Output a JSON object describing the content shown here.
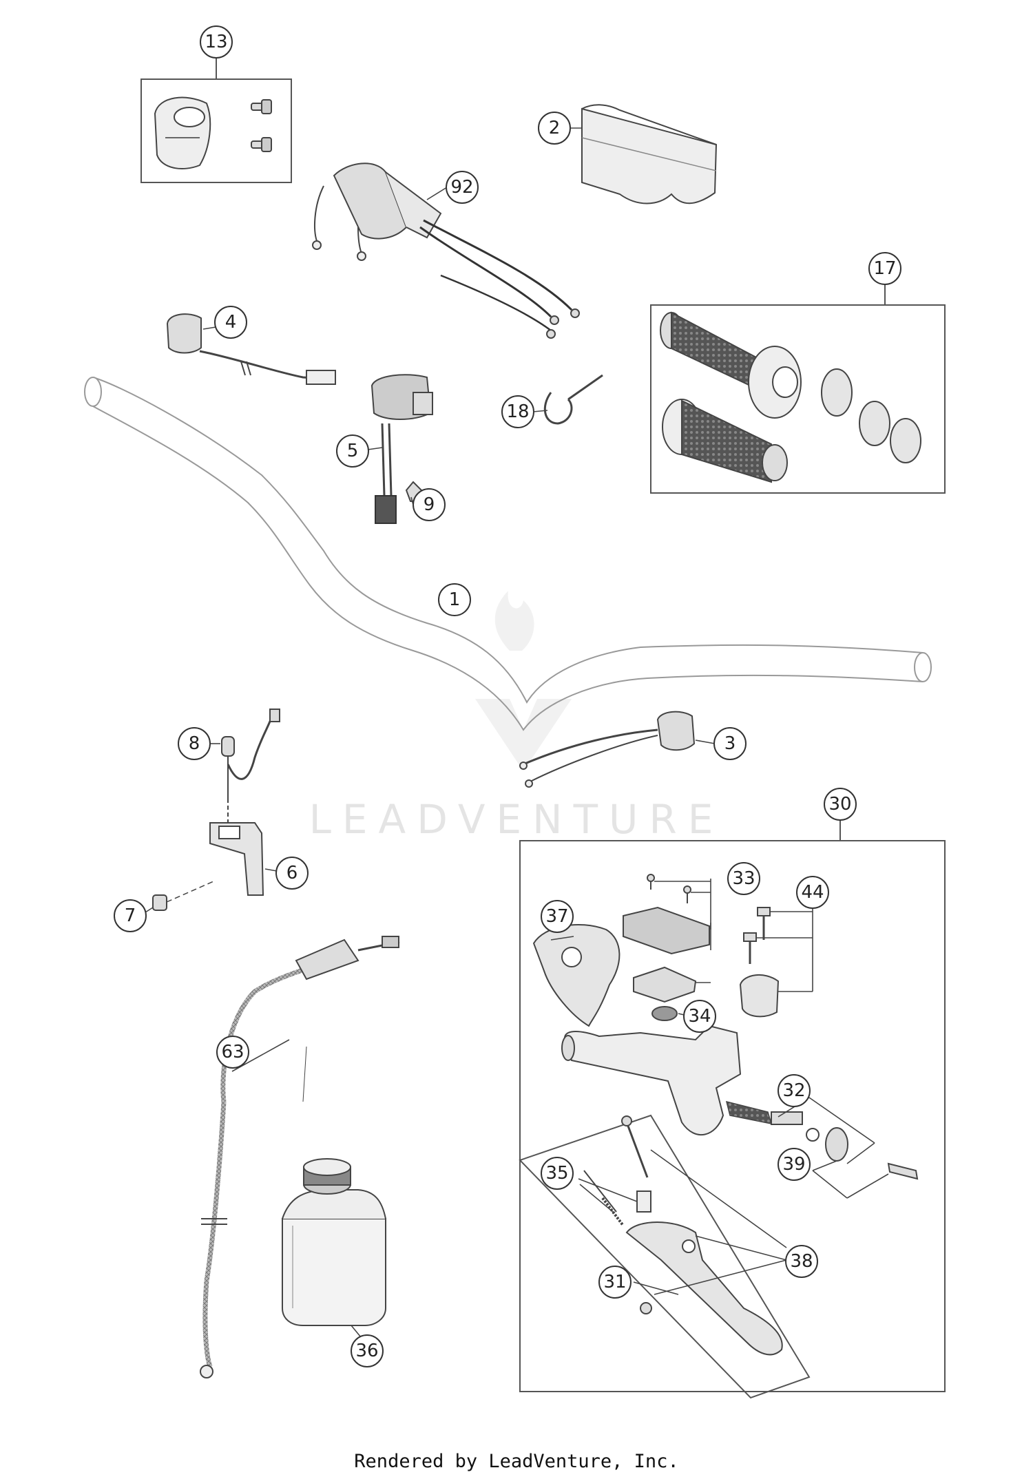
{
  "callouts": [
    {
      "label": "13"
    },
    {
      "label": "2"
    },
    {
      "label": "92"
    },
    {
      "label": "4"
    },
    {
      "label": "17"
    },
    {
      "label": "18"
    },
    {
      "label": "5"
    },
    {
      "label": "9"
    },
    {
      "label": "1"
    },
    {
      "label": "8"
    },
    {
      "label": "3"
    },
    {
      "label": "6"
    },
    {
      "label": "7"
    },
    {
      "label": "30"
    },
    {
      "label": "33"
    },
    {
      "label": "44"
    },
    {
      "label": "37"
    },
    {
      "label": "34"
    },
    {
      "label": "63"
    },
    {
      "label": "32"
    },
    {
      "label": "39"
    },
    {
      "label": "35"
    },
    {
      "label": "38"
    },
    {
      "label": "31"
    },
    {
      "label": "36"
    }
  ],
  "watermark": "LEADVENTURE",
  "footer": "Rendered by LeadVenture, Inc."
}
